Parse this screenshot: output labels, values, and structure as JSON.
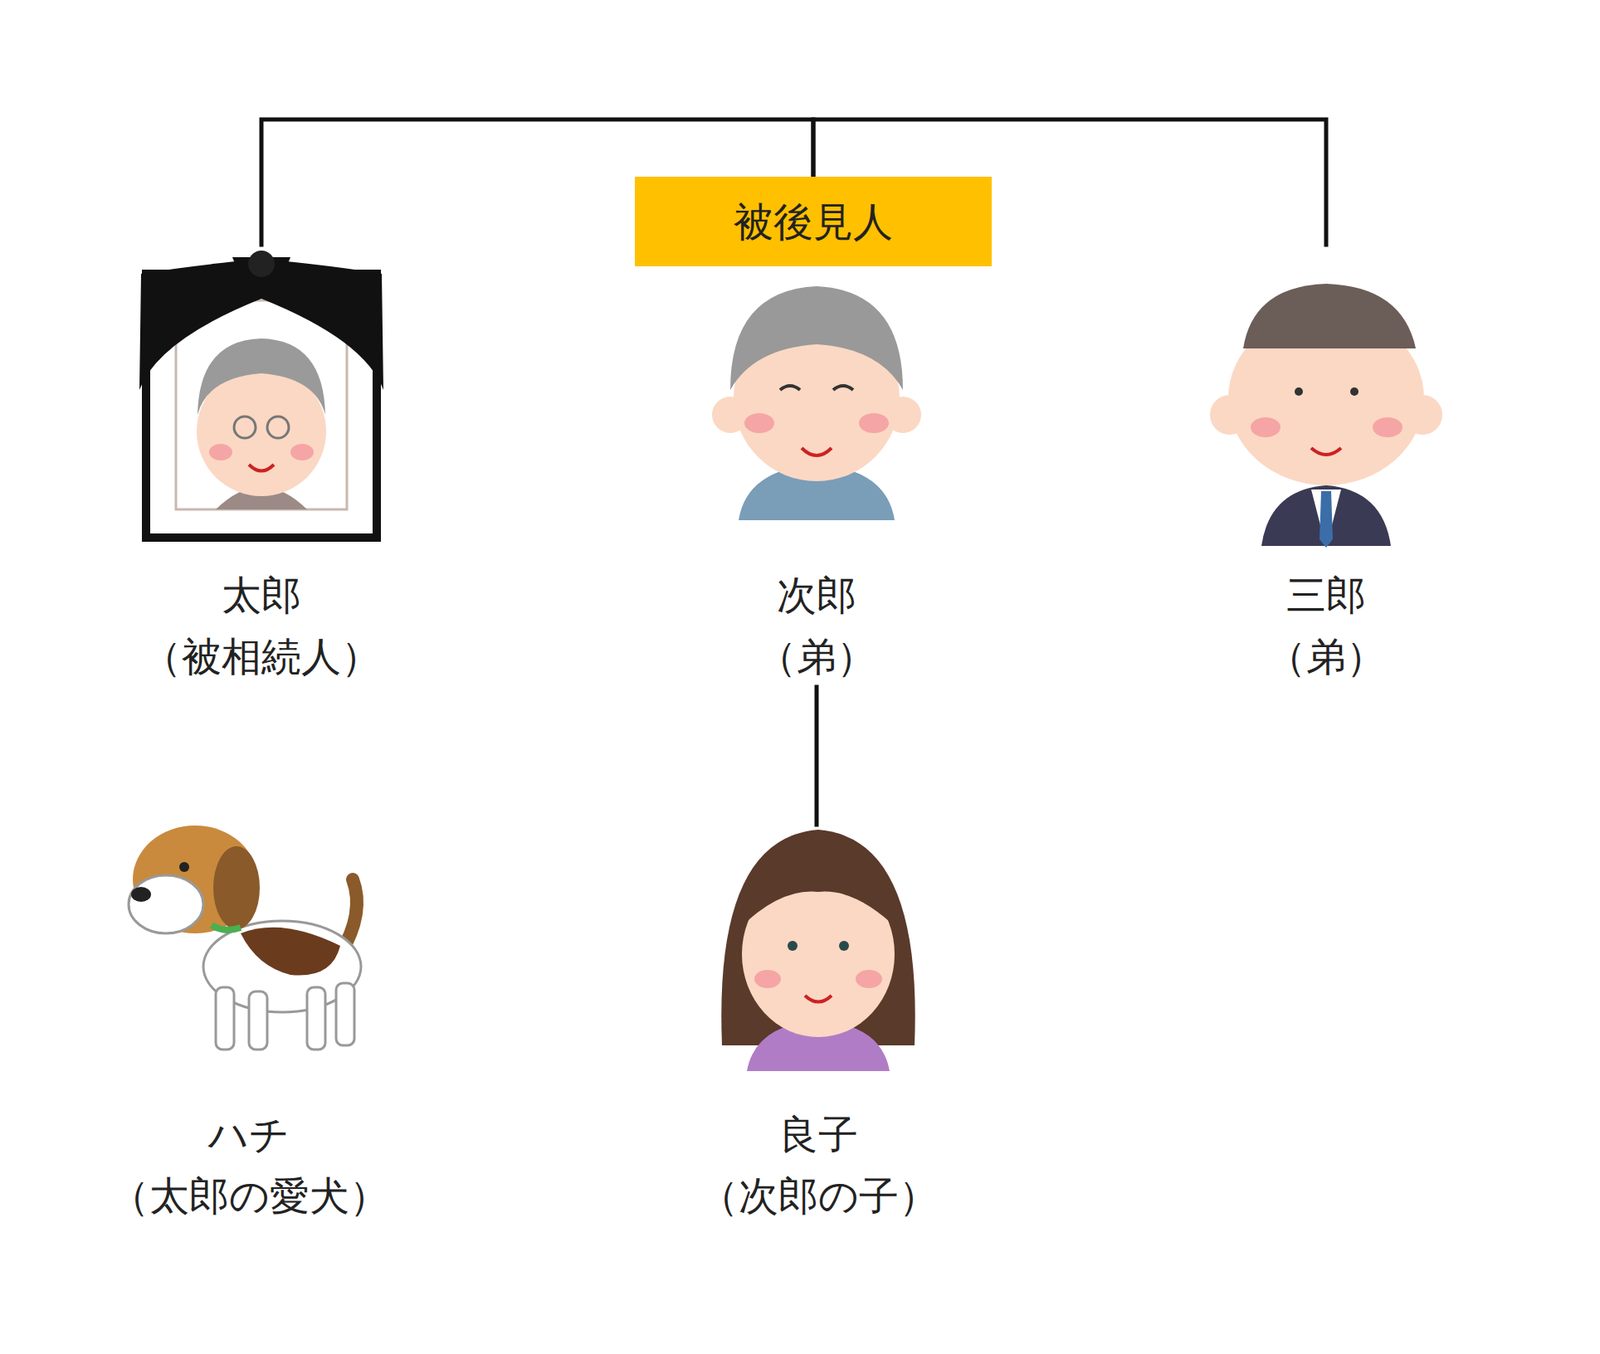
{
  "diagram": {
    "nodes": [
      {
        "text": [
          "被後見人"
        ]
      },
      {
        "text": [
          "太郎",
          "（被相続人）"
        ]
      },
      {
        "text": [
          "次郎",
          "（弟）"
        ]
      },
      {
        "text": [
          "三郎",
          "（弟）"
        ]
      },
      {
        "text": [
          "ハチ",
          "（太郎の愛犬）"
        ]
      },
      {
        "text": [
          "良子",
          "（次郎の子）"
        ]
      }
    ],
    "edges": [
      {
        "from": 1,
        "to": 0,
        "arrow": "none"
      },
      {
        "from": 0,
        "to": 3,
        "arrow": "none"
      },
      {
        "from": 2,
        "to": 5,
        "arrow": "none"
      }
    ]
  }
}
